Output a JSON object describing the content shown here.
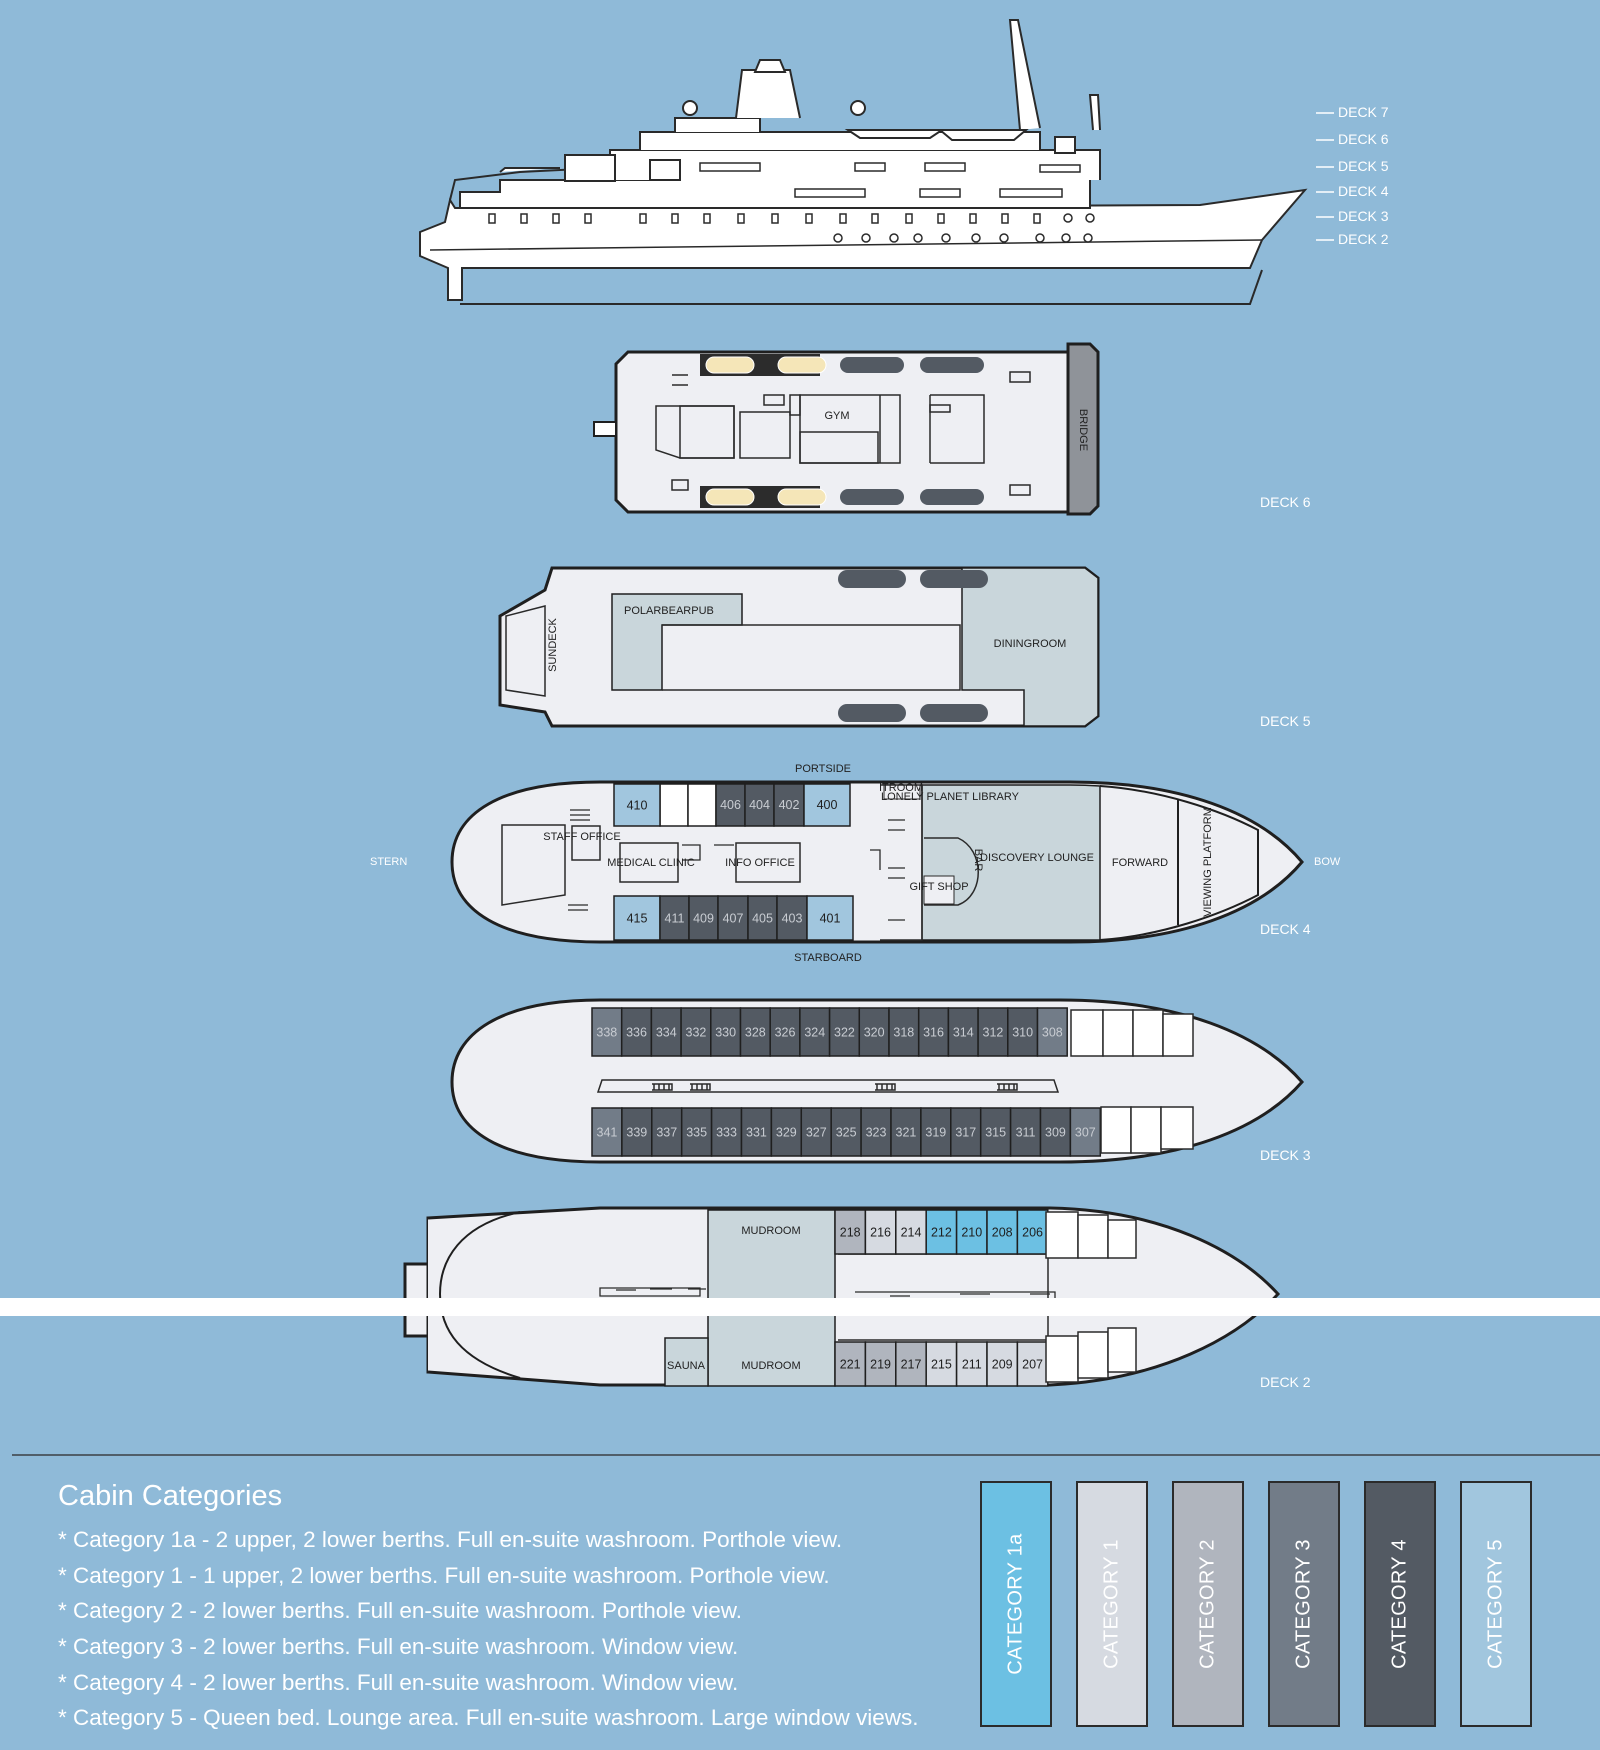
{
  "profile_deck_labels": [
    "DECK 7",
    "DECK 6",
    "DECK 5",
    "DECK 4",
    "DECK 3",
    "DECK 2"
  ],
  "deck6": {
    "name": "DECK 6",
    "rooms": {
      "gym": "GYM",
      "bridge": "BRIDGE"
    }
  },
  "deck5": {
    "name": "DECK 5",
    "rooms": {
      "sundeck": "SUNDECK",
      "pub": "POLARBEARPUB",
      "dining": "DININGROOM"
    }
  },
  "deck4": {
    "name": "DECK 4",
    "orientation": {
      "portside": "PORTSIDE",
      "starboard": "STARBOARD",
      "stern": "STERN",
      "bow": "BOW"
    },
    "rooms": {
      "staff_office": "STAFF OFFICE",
      "medical_clinic": "MEDICAL CLINIC",
      "info_office": "INFO OFFICE",
      "itroom": "ITROOM",
      "library": "LONELY PLANET LIBRARY",
      "bar": "BAR",
      "gift_shop": "GIFT SHOP",
      "discovery_lounge": "DISCOVERY LOUNGE",
      "forward": "FORWARD",
      "viewing_platform": "VIEWING PLATFORM"
    },
    "cabins_top": [
      {
        "n": "410",
        "cat": "5"
      },
      {
        "n": "406",
        "cat": "4"
      },
      {
        "n": "404",
        "cat": "4"
      },
      {
        "n": "402",
        "cat": "4"
      },
      {
        "n": "400",
        "cat": "5"
      }
    ],
    "cabins_bottom": [
      {
        "n": "415",
        "cat": "5"
      },
      {
        "n": "411",
        "cat": "4"
      },
      {
        "n": "409",
        "cat": "4"
      },
      {
        "n": "407",
        "cat": "4"
      },
      {
        "n": "405",
        "cat": "4"
      },
      {
        "n": "403",
        "cat": "4"
      },
      {
        "n": "401",
        "cat": "5"
      }
    ]
  },
  "deck3": {
    "name": "DECK 3",
    "cabins_top": [
      "338",
      "336",
      "334",
      "332",
      "330",
      "328",
      "326",
      "324",
      "322",
      "320",
      "318",
      "316",
      "314",
      "312",
      "310",
      "308"
    ],
    "cabins_bottom": [
      "341",
      "339",
      "337",
      "335",
      "333",
      "331",
      "329",
      "327",
      "325",
      "323",
      "321",
      "319",
      "317",
      "315",
      "311",
      "309",
      "307"
    ]
  },
  "deck2": {
    "name": "DECK 2",
    "rooms": {
      "mudroom_top": "MUDROOM",
      "mudroom_bottom": "MUDROOM",
      "sauna": "SAUNA"
    },
    "cabins_top": [
      {
        "n": "218",
        "cat": "2"
      },
      {
        "n": "216",
        "cat": "1"
      },
      {
        "n": "214",
        "cat": "1"
      },
      {
        "n": "212",
        "cat": "1a"
      },
      {
        "n": "210",
        "cat": "1a"
      },
      {
        "n": "208",
        "cat": "1a"
      },
      {
        "n": "206",
        "cat": "1a"
      }
    ],
    "cabins_bottom": [
      {
        "n": "221",
        "cat": "2"
      },
      {
        "n": "219",
        "cat": "2"
      },
      {
        "n": "217",
        "cat": "2"
      },
      {
        "n": "215",
        "cat": "1"
      },
      {
        "n": "211",
        "cat": "1"
      },
      {
        "n": "209",
        "cat": "1"
      },
      {
        "n": "207",
        "cat": "1"
      }
    ]
  },
  "category_colors": {
    "1a": "#6cc0e3",
    "1": "#d6dae1",
    "2": "#b0b5be",
    "3": "#727c88",
    "4": "#535a63",
    "5": "#a1c6de"
  },
  "legend": {
    "title": "Cabin Categories",
    "lines": [
      "* Category 1a - 2 upper, 2 lower berths.  Full en-suite washroom.  Porthole view.",
      "* Category 1 - 1 upper, 2 lower berths.  Full en-suite washroom.  Porthole view.",
      "* Category 2 - 2 lower berths.  Full en-suite washroom.  Porthole view.",
      "* Category 3 - 2 lower berths.  Full en-suite washroom.  Window  view.",
      "* Category 4 - 2 lower berths.  Full en-suite washroom.  Window  view.",
      "* Category 5 -  Queen bed.  Lounge area.  Full en-suite washroom.  Large window  views."
    ],
    "swatches": [
      {
        "label": "CATEGORY 1a",
        "color": "#6cc0e3"
      },
      {
        "label": "CATEGORY 1",
        "color": "#d6dae1"
      },
      {
        "label": "CATEGORY 2",
        "color": "#b0b5be"
      },
      {
        "label": "CATEGORY 3",
        "color": "#727c88"
      },
      {
        "label": "CATEGORY 4",
        "color": "#535a63"
      },
      {
        "label": "CATEGORY 5",
        "color": "#a1c6de"
      }
    ]
  }
}
